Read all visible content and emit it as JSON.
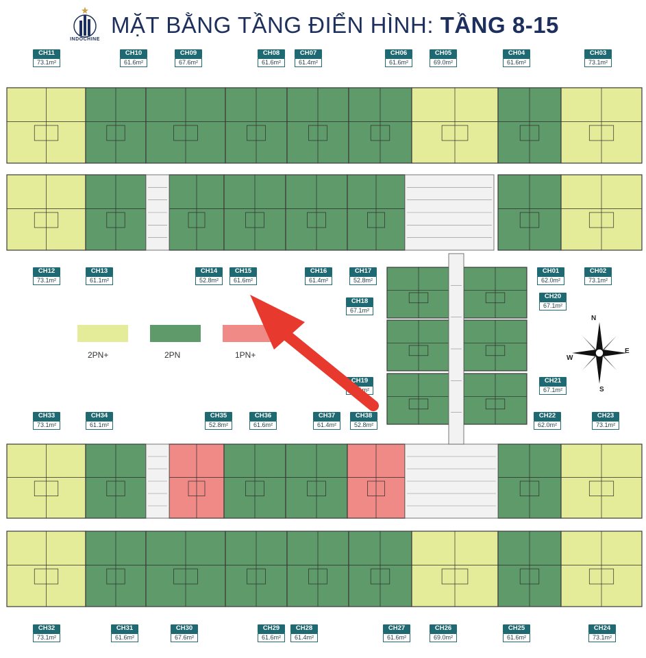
{
  "header": {
    "brand": "INDOCHINE",
    "title_prefix": "MẶT BẰNG TẦNG ĐIỂN HÌNH:",
    "title_floor": "TẦNG 8-15"
  },
  "legend": [
    {
      "label": "2PN+",
      "color": "#e5ec99"
    },
    {
      "label": "2PN",
      "color": "#5e9a6a"
    },
    {
      "label": "1PN+",
      "color": "#f08a86"
    }
  ],
  "compass": {
    "n": "N",
    "s": "S",
    "e": "E",
    "w": "W"
  },
  "units": [
    {
      "code": "CH11",
      "area": "73.1m²"
    },
    {
      "code": "CH10",
      "area": "61.6m²"
    },
    {
      "code": "CH09",
      "area": "67.6m²"
    },
    {
      "code": "CH08",
      "area": "61.6m²"
    },
    {
      "code": "CH07",
      "area": "61.4m²"
    },
    {
      "code": "CH06",
      "area": "61.6m²"
    },
    {
      "code": "CH05",
      "area": "69.0m²"
    },
    {
      "code": "CH04",
      "area": "61.6m²"
    },
    {
      "code": "CH03",
      "area": "73.1m²"
    },
    {
      "code": "CH12",
      "area": "73.1m²"
    },
    {
      "code": "CH13",
      "area": "61.1m²"
    },
    {
      "code": "CH14",
      "area": "52.8m²"
    },
    {
      "code": "CH15",
      "area": "61.6m²"
    },
    {
      "code": "CH16",
      "area": "61.4m²"
    },
    {
      "code": "CH17",
      "area": "52.8m²"
    },
    {
      "code": "CH01",
      "area": "62.0m²"
    },
    {
      "code": "CH02",
      "area": "73.1m²"
    },
    {
      "code": "CH18",
      "area": "67.1m²"
    },
    {
      "code": "CH20",
      "area": "67.1m²"
    },
    {
      "code": "CH19",
      "area": "67.1m²"
    },
    {
      "code": "CH21",
      "area": "67.1m²"
    },
    {
      "code": "CH33",
      "area": "73.1m²"
    },
    {
      "code": "CH34",
      "area": "61.1m²"
    },
    {
      "code": "CH35",
      "area": "52.8m²"
    },
    {
      "code": "CH36",
      "area": "61.6m²"
    },
    {
      "code": "CH37",
      "area": "61.4m²"
    },
    {
      "code": "CH38",
      "area": "52.8m²"
    },
    {
      "code": "CH22",
      "area": "62.0m²"
    },
    {
      "code": "CH23",
      "area": "73.1m²"
    },
    {
      "code": "CH32",
      "area": "73.1m²"
    },
    {
      "code": "CH31",
      "area": "61.6m²"
    },
    {
      "code": "CH30",
      "area": "67.6m²"
    },
    {
      "code": "CH29",
      "area": "61.6m²"
    },
    {
      "code": "CH28",
      "area": "61.4m²"
    },
    {
      "code": "CH27",
      "area": "61.6m²"
    },
    {
      "code": "CH26",
      "area": "69.0m²"
    },
    {
      "code": "CH25",
      "area": "61.6m²"
    },
    {
      "code": "CH24",
      "area": "73.1m²"
    }
  ]
}
